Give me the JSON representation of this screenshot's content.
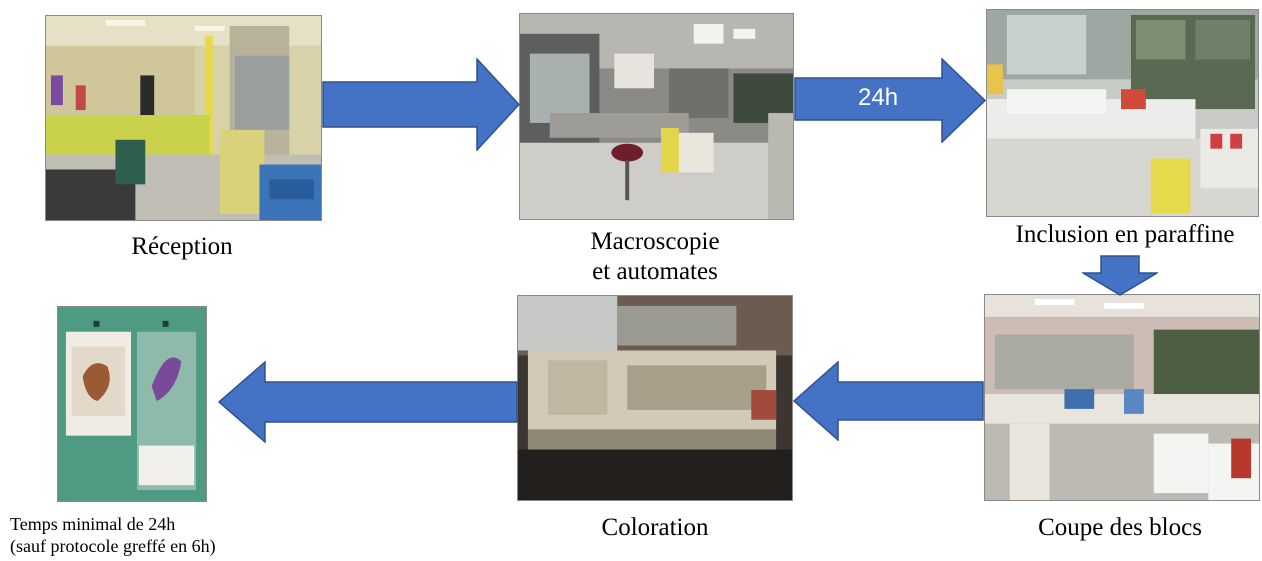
{
  "steps": {
    "reception": {
      "caption": "Réception",
      "image_desc": "lab-reception-photo"
    },
    "macroscopie": {
      "caption_line1": "Macroscopie",
      "caption_line2": "et automates",
      "image_desc": "macroscopy-lab-photo"
    },
    "inclusion": {
      "caption": "Inclusion en paraffine",
      "image_desc": "paraffin-embedding-lab-photo"
    },
    "coupe": {
      "caption": "Coupe des blocs",
      "image_desc": "block-cutting-lab-photo"
    },
    "coloration": {
      "caption": "Coloration",
      "image_desc": "staining-machine-photo"
    },
    "final": {
      "caption_line1": "Temps minimal de 24h",
      "caption_line2": "(sauf protocole greffé en 6h)",
      "image_desc": "stained-slides-photo"
    }
  },
  "arrows": {
    "macro_to_inclusion_label": "24h"
  },
  "colors": {
    "arrow_fill": "#4472C4",
    "arrow_stroke": "#2F528F"
  }
}
